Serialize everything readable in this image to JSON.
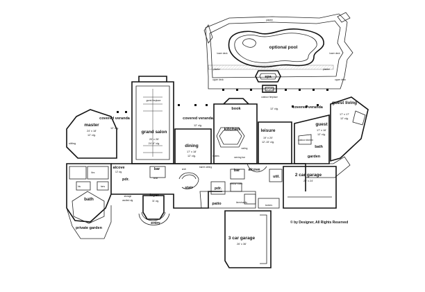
{
  "rooms": {
    "optional_pool": "optional pool",
    "planter_top": "planter",
    "planter_left": "planter",
    "planter_right": "planter",
    "lower_deck_left": "lower deck",
    "lower_deck_right": "lower deck",
    "upper_deck_left": "upper deck",
    "upper_deck_right": "upper deck",
    "spa": "spa",
    "outdoor_fireplace": "outdoor fireplace",
    "covered_veranda_left": "covered veranda",
    "covered_veranda_left_clg": "12' clg.",
    "covered_veranda_mid": "covered veranda",
    "covered_veranda_mid_clg": "12' clg.",
    "covered_veranda_right": "covered veranda",
    "covered_veranda_right_clg": "12' clg.",
    "guest_fireplace": "guest fireplace",
    "grand_salon": "grand salon",
    "grand_salon_dim": "20' x 26'",
    "grand_salon_clg": "24'-6\" clg.",
    "master": "master",
    "master_dim": "24' x 18'",
    "master_clg": "12' clg.",
    "sitting": "sitting",
    "alcove_left": "alcove",
    "alcove_left_clg": "12' clg.",
    "alcove_right": "alcove",
    "bar_left": "bar",
    "bar_right": "bar",
    "wine": "wine",
    "pdr_left": "pdr.",
    "pdr_right": "pdr.",
    "foyer": "foyer",
    "foyer_clg": "31' clg.",
    "entry": "entry",
    "storage": "storage",
    "storage_clg": "vaulted clg.",
    "stair": "stair",
    "dining": "dining",
    "dining_dim": "17' x 18'",
    "dining_clg": "12' clg.",
    "barrel_ceiling": "barrel ceiling",
    "arch": "arch",
    "butlers": "butlers",
    "serving_bar": "serving bar",
    "book": "book",
    "kitchen": "kitchen",
    "eating": "eating",
    "leisure": "leisure",
    "leisure_dim": "19' x 20'",
    "leisure_clg": "12'-15' clg.",
    "guest": "guest",
    "guest_dim": "17' x 16'",
    "guest_clg": "12' clg.",
    "guest_living": "guest living",
    "guest_living_dim": "17' x 17'",
    "guest_living_clg": "12' clg.",
    "outdoor_kitchen": "outdoor kitchen",
    "bath_guest": "bath",
    "garden": "garden",
    "car_garage_2": "2 car garage",
    "car_garage_2_dim": "26' x 24'",
    "car_garage_3": "3 car garage",
    "car_garage_3_dim": "26' x 36'",
    "utility": "util.",
    "lockers": "lockers",
    "linen_vanity": "linen/vanity",
    "media_video": "media/ video",
    "patio": "patio",
    "bath_master": "bath",
    "his": "his",
    "hers": "hers",
    "private_garden": "private garden",
    "flex": "flex"
  },
  "copyright": "© by Designer, All Rights Reserved"
}
